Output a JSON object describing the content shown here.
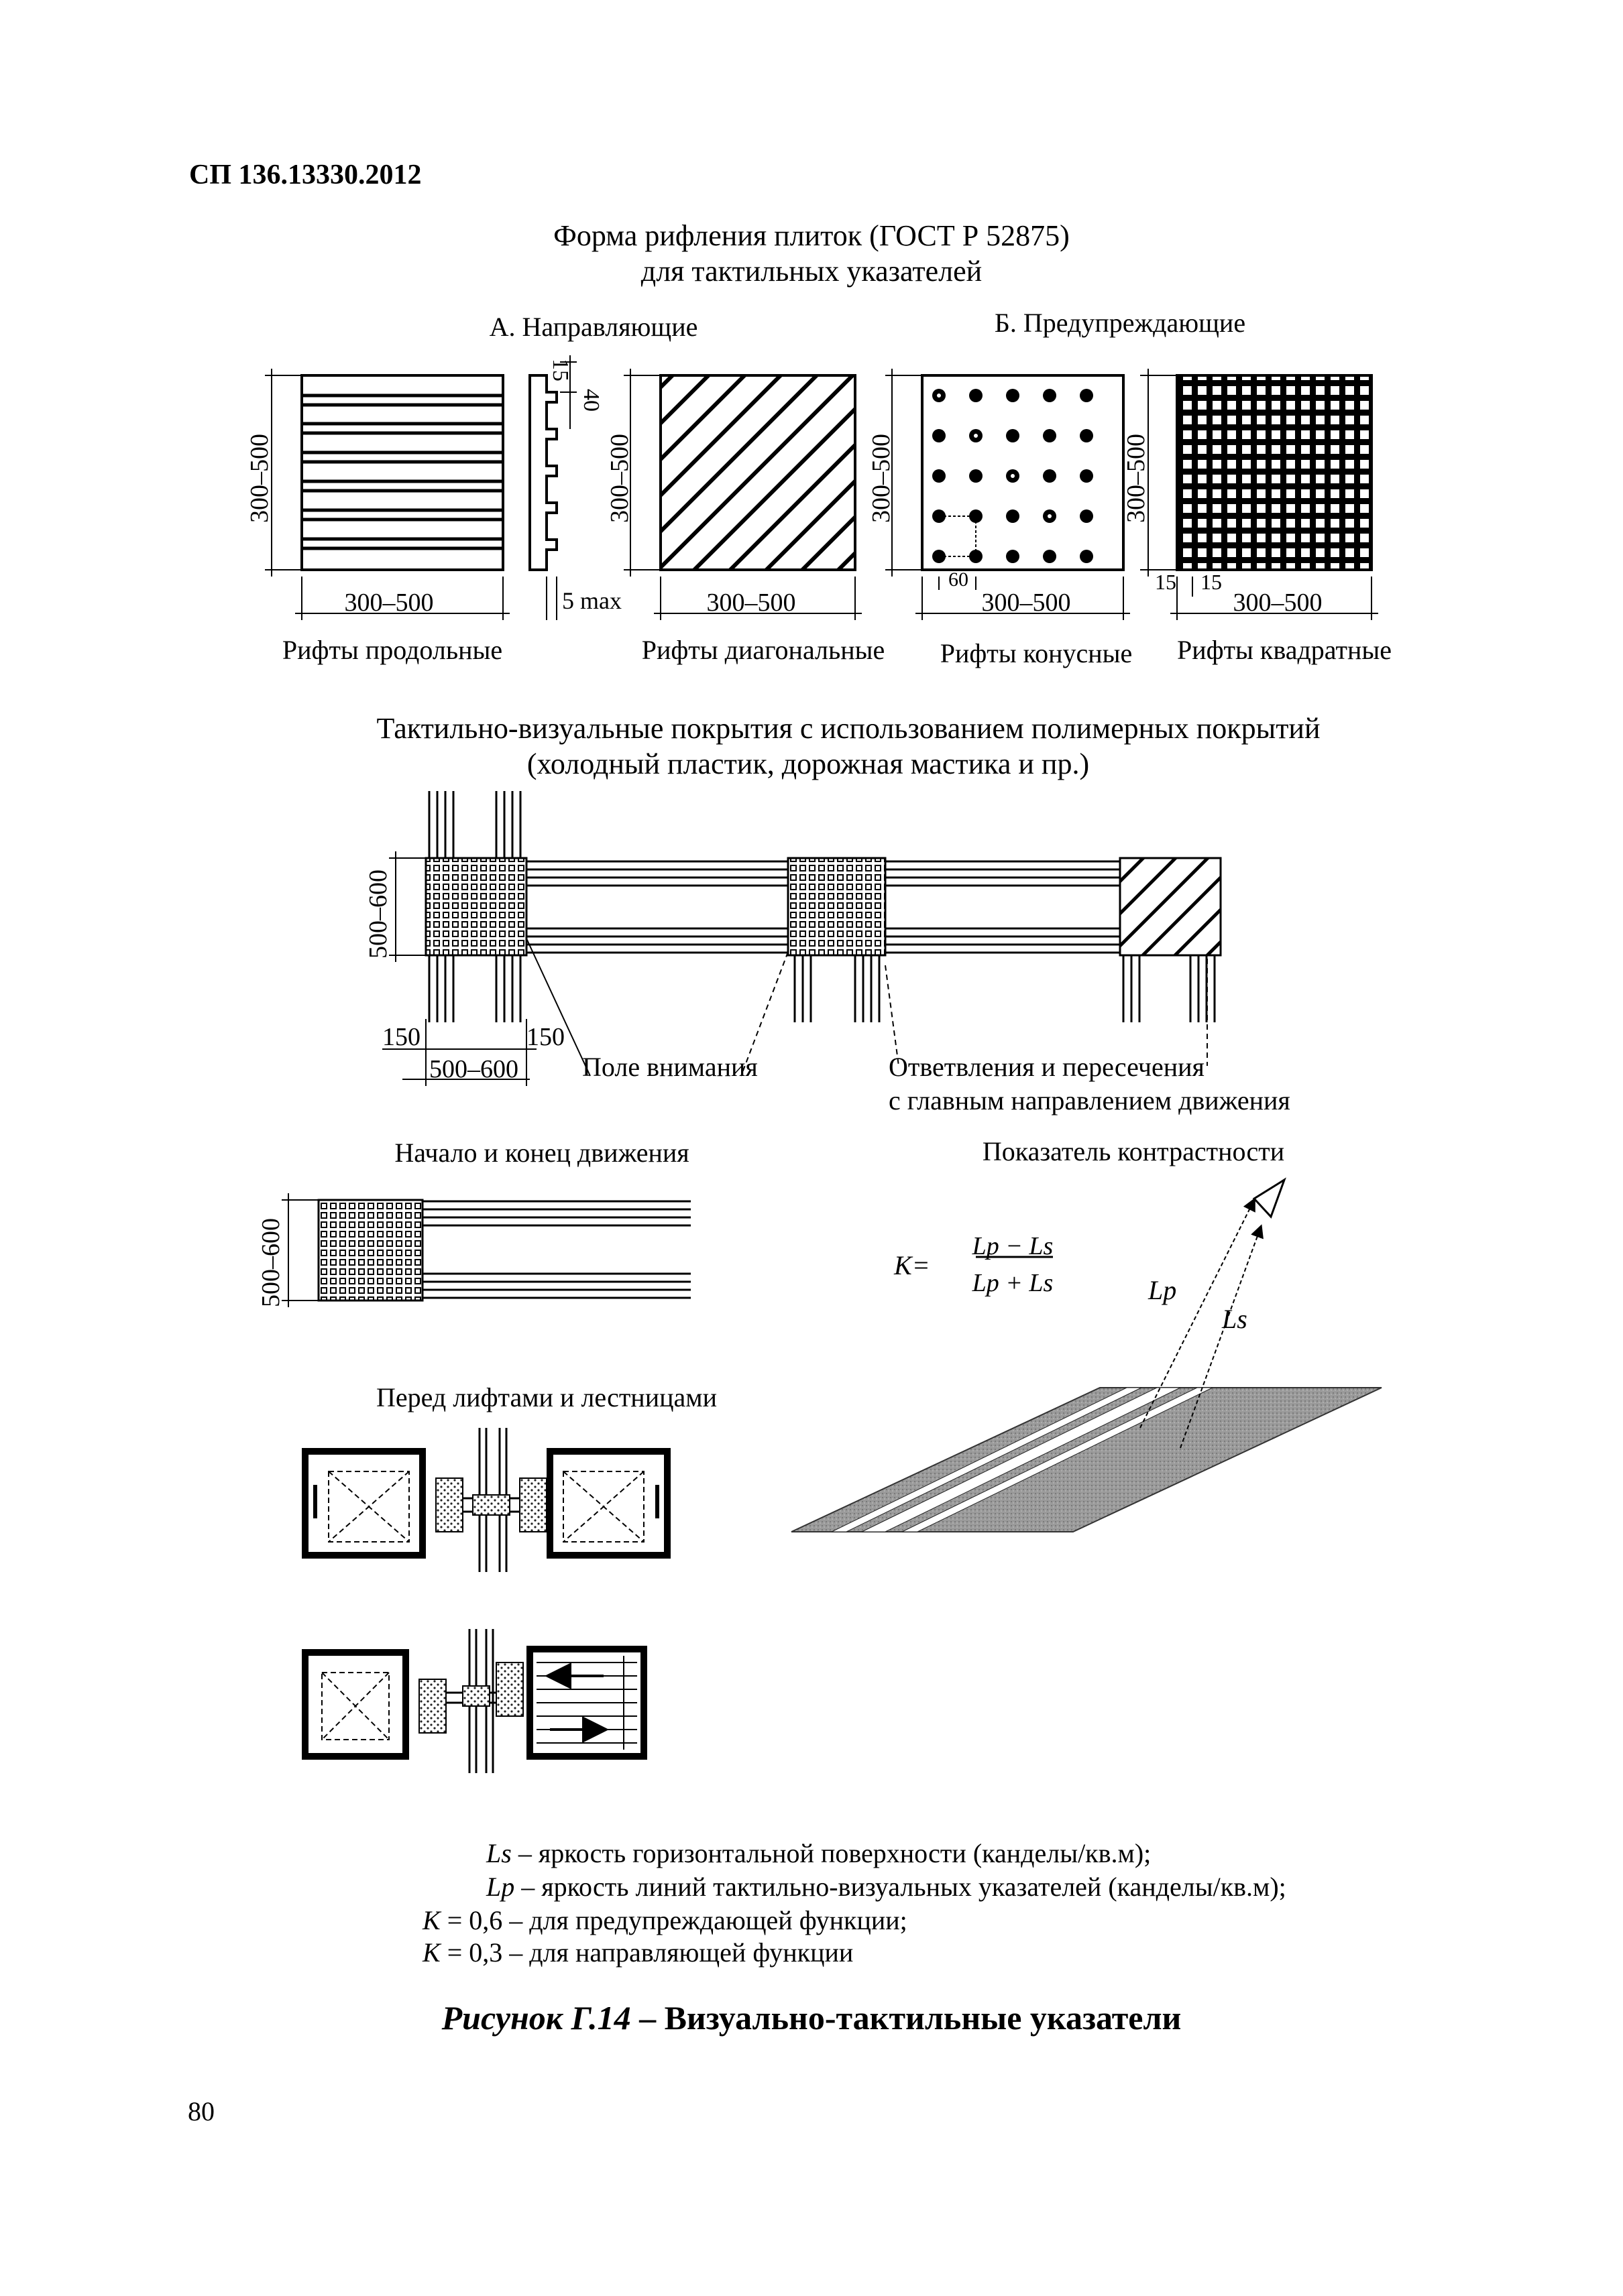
{
  "header": {
    "doc_code": "СП 136.13330.2012"
  },
  "section_tiles": {
    "title_line1": "Форма рифления плиток (ГОСТ Р 52875)",
    "title_line2": "для тактильных указателей",
    "group_a": "А. Направляющие",
    "group_b": "Б. Предупреждающие",
    "dims": {
      "tile_size": "300–500",
      "rib_pitch": "15",
      "rib_depth": "40",
      "rib_max": "5 max",
      "cone_pitch": "60",
      "square_pitch": "15"
    },
    "labels": {
      "longitudinal": "Рифты продольные",
      "diagonal": "Рифты диагональные",
      "conical": "Рифты конусные",
      "square": "Рифты квадратные"
    }
  },
  "section_polymer": {
    "title_line1": "Тактильно-визуальные покрытия с использованием полимерных покрытий",
    "title_line2": "(холодный пластик, дорожная мастика и пр.)",
    "dim_height": "500–600",
    "dim_offset": "150",
    "dim_width": "500–600",
    "attention_field": "Поле внимания",
    "branch_line1": "Ответвления и пересечения",
    "branch_line2": "с главным направлением движения"
  },
  "section_start_end": {
    "title": "Начало и конец движения",
    "dim_height": "500–600"
  },
  "section_contrast": {
    "title": "Показатель контрастности",
    "formula_k": "K=",
    "formula_num": "Lp − Ls",
    "formula_den": "Lp + Ls",
    "label_lp": "Lp",
    "label_ls": "Ls"
  },
  "section_lifts": {
    "title": "Перед лифтами и лестницами"
  },
  "legend": {
    "ls_sym": "Ls",
    "ls_text": " – яркость горизонтальной поверхности (канделы/кв.м);",
    "lp_sym": "Lp",
    "lp_text": " – яркость линий тактильно-визуальных указателей (канделы/кв.м);",
    "k1_sym": "K",
    "k1_text": " = 0,6 – для предупреждающей функции;",
    "k2_sym": "K",
    "k2_text": " = 0,3 – для направляющей функции"
  },
  "caption": {
    "prefix": "Рисунок Г.14",
    "text": " – Визуально-тактильные указатели"
  },
  "page_number": "80"
}
